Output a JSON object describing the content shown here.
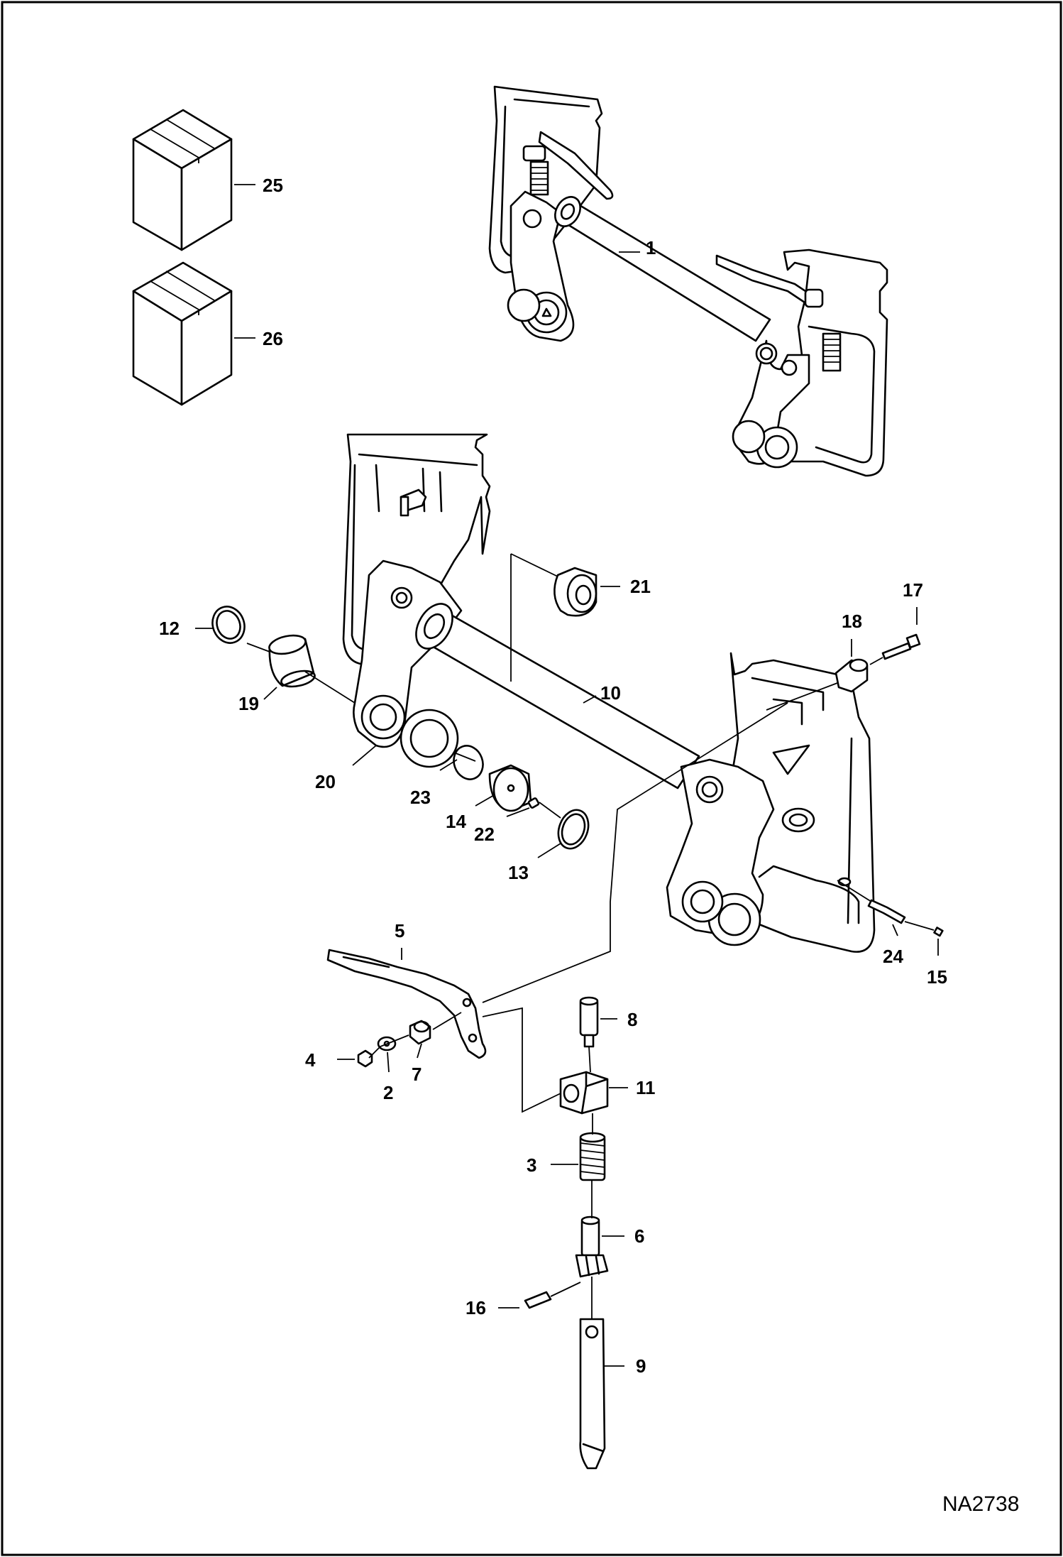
{
  "drawing_code": "NA2738",
  "callouts": [
    "1",
    "2",
    "3",
    "4",
    "5",
    "6",
    "7",
    "8",
    "9",
    "10",
    "11",
    "12",
    "13",
    "14",
    "15",
    "16",
    "17",
    "18",
    "19",
    "20",
    "21",
    "22",
    "23",
    "24",
    "25",
    "26"
  ]
}
